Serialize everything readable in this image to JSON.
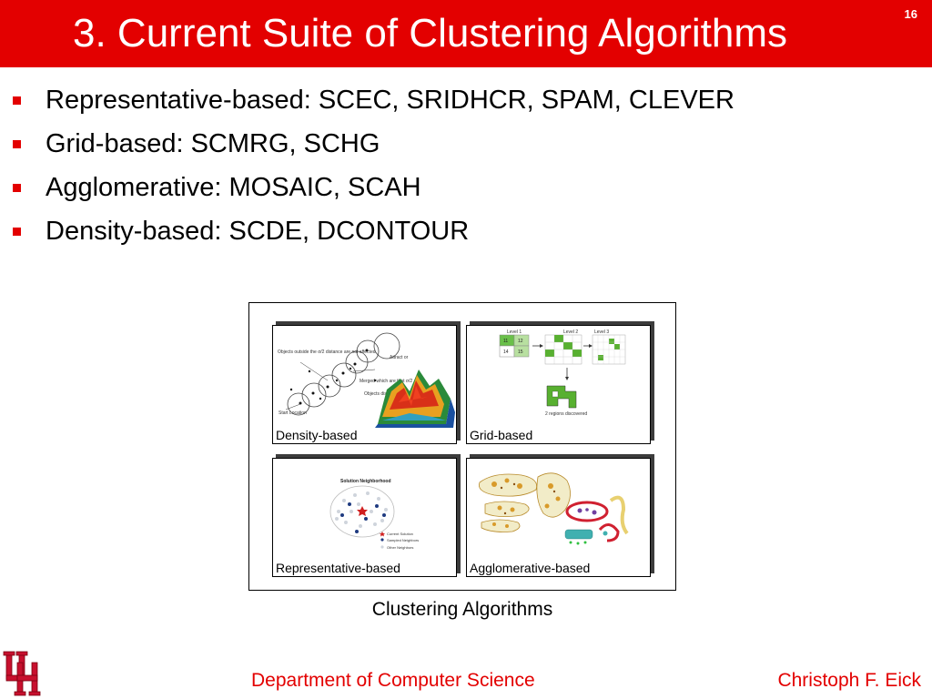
{
  "slide": {
    "title": "3. Current Suite of Clustering Algorithms",
    "number": "16",
    "accent_color": "#e30000"
  },
  "bullets": [
    "Representative-based: SCEC, SRIDHCR, SPAM, CLEVER",
    "Grid-based: SCMRG, SCHG",
    "Agglomerative: MOSAIC, SCAH",
    "Density-based: SCDE, DCONTOUR"
  ],
  "figure": {
    "caption": "Clustering Algorithms",
    "panels": {
      "density": {
        "label": "Density-based",
        "annotations": [
          "Objects outside the σ/2 distance are not affected",
          "Attract or",
          "Merged which are that σ/2",
          "Objects distance to a",
          "Start Location"
        ]
      },
      "grid": {
        "label": "Grid-based",
        "levels": [
          "Level 1",
          "Level 2",
          "Level 3"
        ],
        "cells": [
          "11",
          "12",
          "14",
          "15"
        ],
        "note": "2 regions discovered"
      },
      "representative": {
        "label": "Representative-based",
        "heading": "Solution Neighborhood",
        "legend": [
          "Current Solution",
          "Sampled Neighbors",
          "Other Neighbors"
        ]
      },
      "agglomerative": {
        "label": "Agglomerative-based"
      }
    }
  },
  "footer": {
    "department": "Department of Computer Science",
    "author": "Christoph F. Eick",
    "logo": "uh-interlocking-logo"
  }
}
